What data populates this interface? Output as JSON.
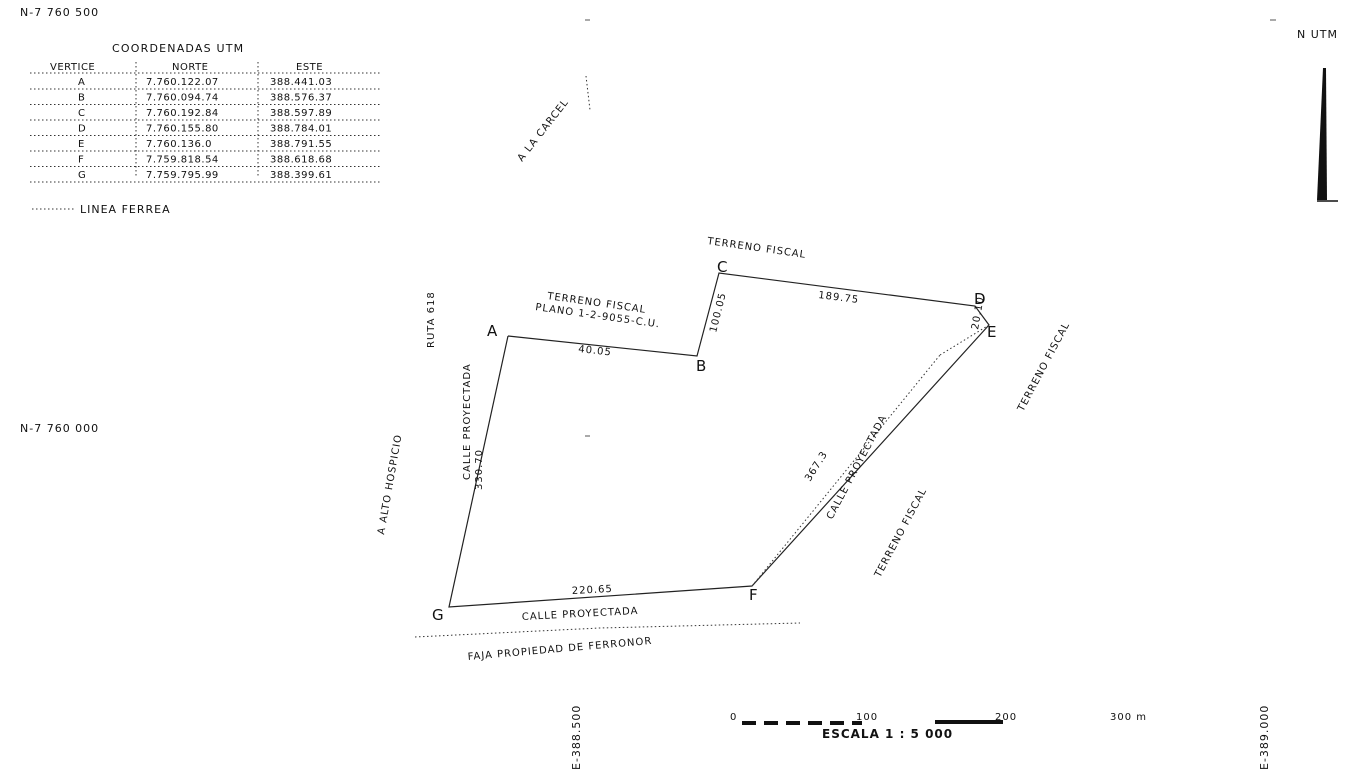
{
  "grid": {
    "n_top": "N-7 760 500",
    "n_mid": "N-7 760 000",
    "e_left": "E-388.500",
    "e_right": "E-389.000"
  },
  "north": {
    "label": "N UTM"
  },
  "coord_table": {
    "title": "COORDENADAS UTM",
    "headers": [
      "VERTICE",
      "NORTE",
      "ESTE"
    ],
    "rows": [
      [
        "A",
        "7.760.122.07",
        "388.441.03"
      ],
      [
        "B",
        "7.760.094.74",
        "388.576.37"
      ],
      [
        "C",
        "7.760.192.84",
        "388.597.89"
      ],
      [
        "D",
        "7.760.155.80",
        "388.784.01"
      ],
      [
        "E",
        "7.760.136.0",
        "388.791.55"
      ],
      [
        "F",
        "7.759.818.54",
        "388.618.68"
      ],
      [
        "G",
        "7.759.795.99",
        "388.399.61"
      ]
    ]
  },
  "legend": {
    "rail_label": "LINEA FERREA"
  },
  "parcel": {
    "vertices": [
      "A",
      "B",
      "C",
      "D",
      "E",
      "F",
      "G"
    ],
    "distances": {
      "ab": "40.05",
      "bc": "100.05",
      "cd": "189.75",
      "de": "20.10",
      "ef": "367.3",
      "fg": "220.65",
      "ga": "330.70"
    }
  },
  "labels": {
    "carcel": "A LA CARCEL",
    "terreno_top": "TERRENO FISCAL",
    "terreno_plano_1": "TERRENO FISCAL",
    "terreno_plano_2": "PLANO 1-2-9055-C.U.",
    "ruta": "RUTA 618",
    "calle_left": "CALLE PROYECTADA",
    "calle_right": "CALLE PROYECTADA",
    "calle_bottom": "CALLE PROYECTADA",
    "terreno_right": "TERRENO FISCAL",
    "terreno_mid": "TERRENO FISCAL",
    "hospicio": "A ALTO HOSPICIO",
    "faja": "FAJA PROPIEDAD DE FERRONOR"
  },
  "scale": {
    "ticks": [
      "0",
      "100",
      "200",
      "300 m"
    ],
    "label": "ESCALA 1 : 5 000"
  }
}
